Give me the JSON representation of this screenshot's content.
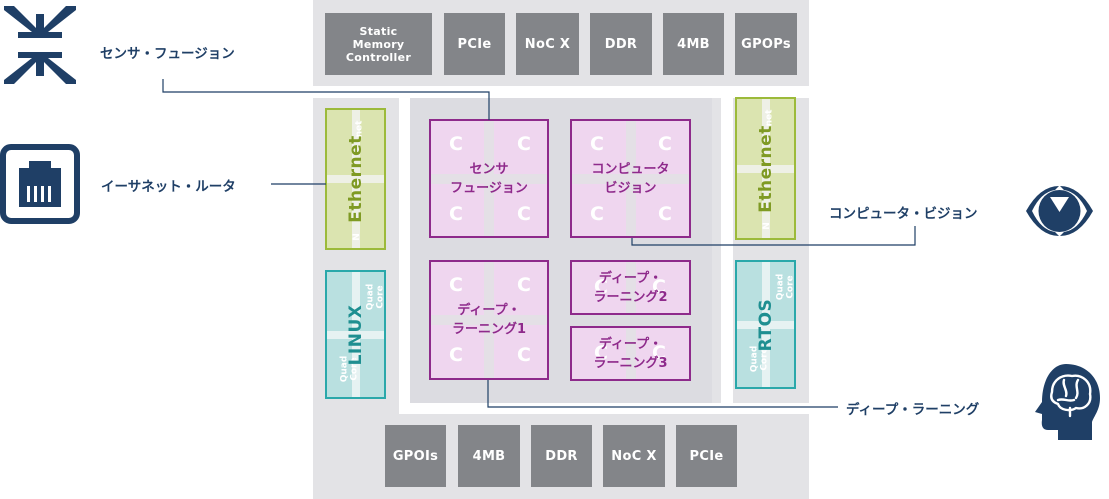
{
  "top_blocks": [
    {
      "label": "Static\nMemory\nController"
    },
    {
      "label": "PCIe"
    },
    {
      "label": "NoC X"
    },
    {
      "label": "DDR"
    },
    {
      "label": "4MB"
    },
    {
      "label": "GPOPs"
    }
  ],
  "bottom_blocks": [
    {
      "label": "GPOIs"
    },
    {
      "label": "4MB"
    },
    {
      "label": "DDR"
    },
    {
      "label": "NoC X"
    },
    {
      "label": "PCIe"
    }
  ],
  "clusters": {
    "sensor_fusion": "センサ\nフュージョン",
    "computer_vision": "コンピュータ\nビジョン",
    "deep_learning_1": "ディープ・\nラーニング1",
    "deep_learning_2": "ディープ・\nラーニング2",
    "deep_learning_3": "ディープ・\nラーニング3",
    "core_glyph": "C"
  },
  "peripherals": {
    "ethernet": "Ethernet",
    "ethernet_faint_left": "N",
    "ethernet_faint_right": "net",
    "linux": "LINUX",
    "rtos": "RTOS",
    "quad_core_line1": "Quad",
    "quad_core_line2": "Core"
  },
  "callouts": {
    "sensor_fusion": "センサ・フュージョン",
    "ethernet_router": "イーサネット・ルータ",
    "computer_vision": "コンピュータ・ビジョン",
    "deep_learning": "ディープ・ラーニング"
  },
  "icons": [
    "arrows-converge-icon",
    "ethernet-port-icon",
    "eye-icon",
    "brain-head-icon"
  ],
  "colors": {
    "navy": "#1f3f66",
    "block_gray": "#838589",
    "chip_bg": "#e3e3e6",
    "cluster_border": "#8e2a8b",
    "cluster_fill": "#efd6ef",
    "ethernet_green": "#9cba3a",
    "rtos_teal": "#2aa8aa"
  }
}
